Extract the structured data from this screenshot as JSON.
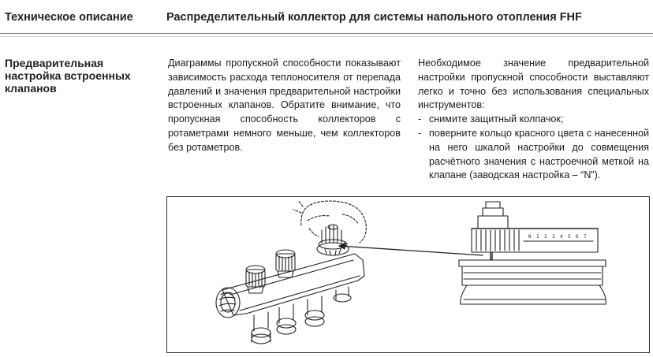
{
  "header": {
    "left": "Техническое описание",
    "right": "Распределительный коллектор для системы напольного отопления FHF"
  },
  "section": {
    "title_lines": [
      "Предварительная",
      "настройка встроенных",
      "клапанов"
    ]
  },
  "column1": {
    "text": "Диаграммы пропускной способности показывают зависимость расхода теплоносителя от перепада давлений и значения предварительной настройки встроенных клапанов. Обратите внимание, что пропускная способность коллекторов с ротаметрами немного меньше, чем коллекторов без ротаметров."
  },
  "column2": {
    "intro": "Необходимое значение предварительной настройки пропускной способности выставляют легко и точно без использования специальных инструментов:",
    "steps": [
      "снимите защитный колпачок;",
      "поверните кольцо красного цвета с нанесенной на него шкалой настройки до совмещения расчётного значения с настроечной меткой на клапане (заводская настройка – “N”)."
    ]
  },
  "figure": {
    "scale_marks": [
      "N",
      "1",
      "2",
      "3",
      "4",
      "5",
      "6",
      "7"
    ]
  }
}
